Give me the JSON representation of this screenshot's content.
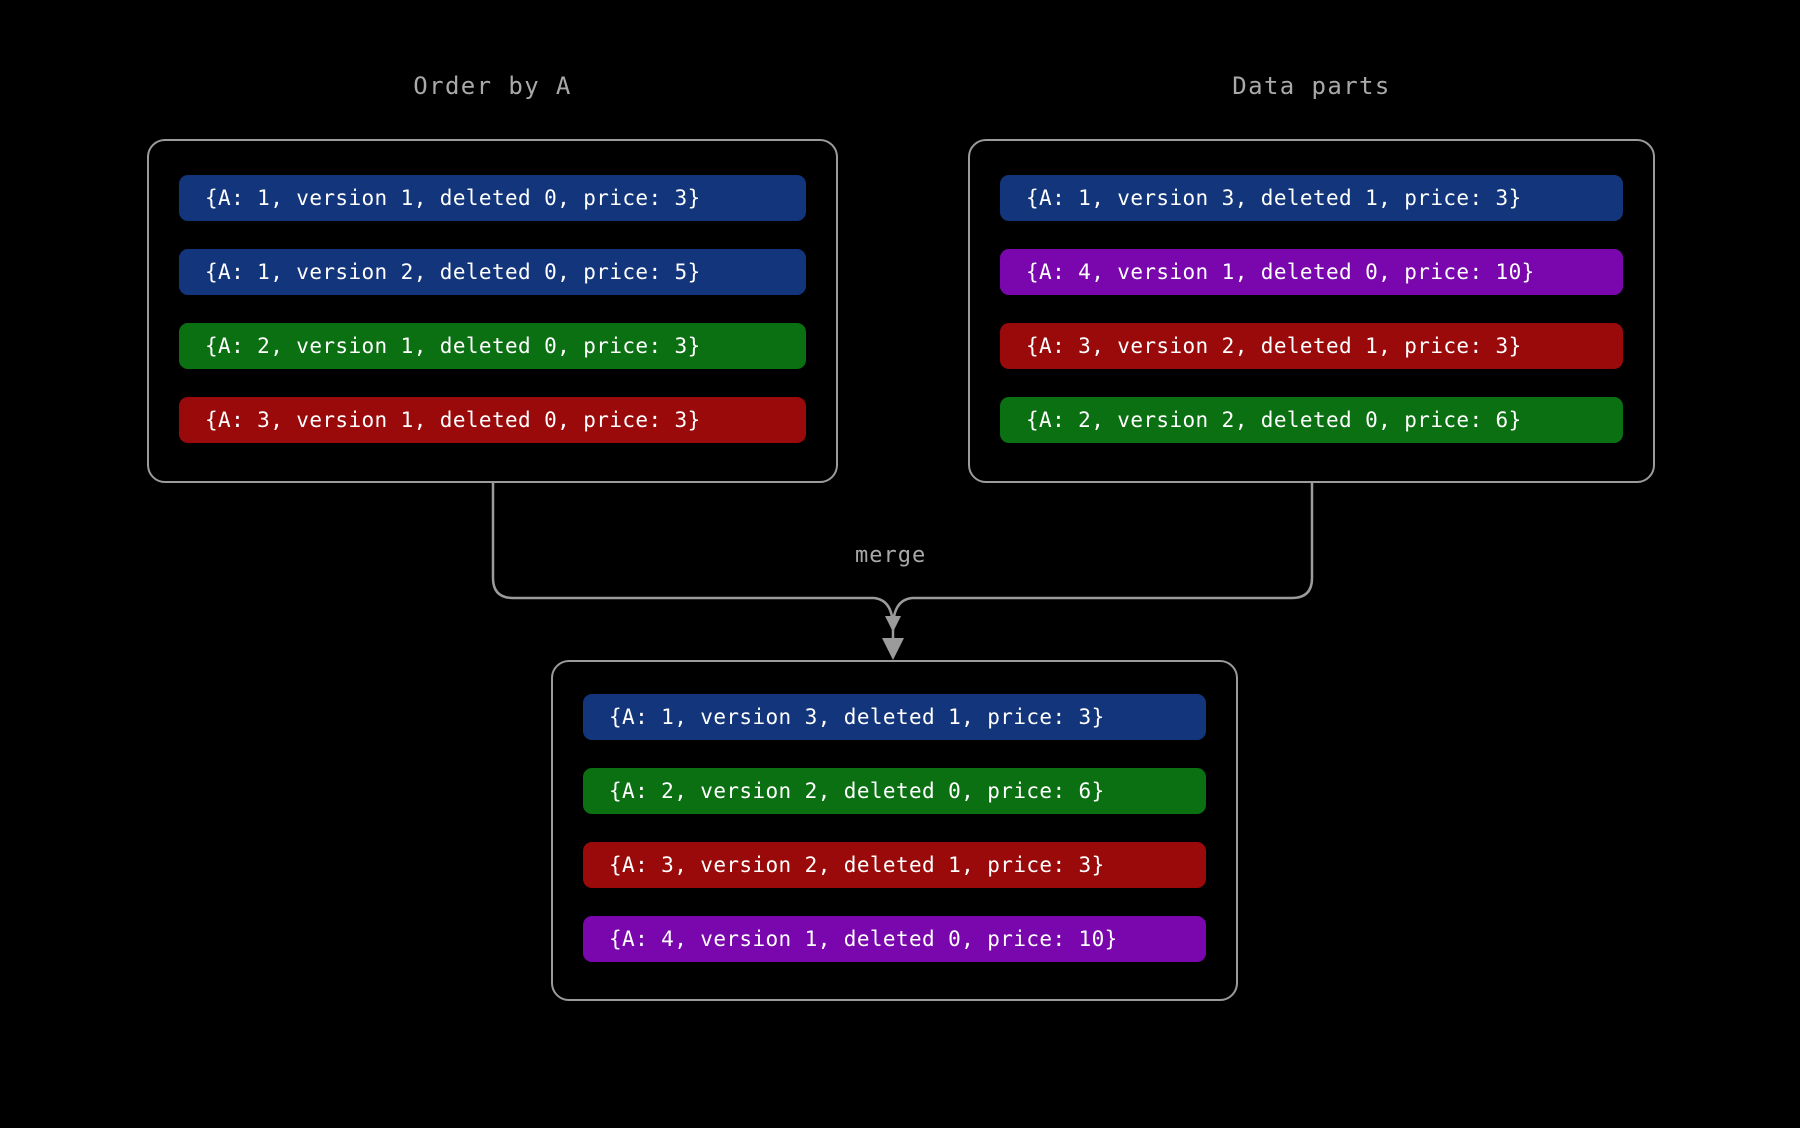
{
  "diagram": {
    "title_left": "Order by A",
    "title_right": "Data parts",
    "merge_label": "merge",
    "background": "#000000",
    "panel_border_color": "#9b9b9b",
    "connector_color": "#9b9b9b",
    "title_color": "#a9a9a9",
    "text_color": "#ffffff"
  },
  "palette": {
    "blue": "#13357b",
    "green": "#0a7012",
    "red": "#9a0a0a",
    "purple": "#7a06ad"
  },
  "groups": {
    "left": {
      "title": "Order by A",
      "rows": [
        {
          "text": "{A: 1, version 1, deleted 0, price: 3}",
          "color": "#13357b",
          "key": 1,
          "version": 1,
          "deleted": 0,
          "price": 3
        },
        {
          "text": "{A: 1, version 2, deleted 0, price: 5}",
          "color": "#13357b",
          "key": 1,
          "version": 2,
          "deleted": 0,
          "price": 5
        },
        {
          "text": "{A: 2, version 1, deleted 0, price: 3}",
          "color": "#0a7012",
          "key": 2,
          "version": 1,
          "deleted": 0,
          "price": 3
        },
        {
          "text": "{A: 3, version 1, deleted 0, price: 3}",
          "color": "#9a0a0a",
          "key": 3,
          "version": 1,
          "deleted": 0,
          "price": 3
        }
      ]
    },
    "right": {
      "title": "Data parts",
      "rows": [
        {
          "text": "{A: 1, version 3, deleted 1, price: 3}",
          "color": "#13357b",
          "key": 1,
          "version": 3,
          "deleted": 1,
          "price": 3
        },
        {
          "text": "{A: 4, version 1, deleted 0, price: 10}",
          "color": "#7a06ad",
          "key": 4,
          "version": 1,
          "deleted": 0,
          "price": 10
        },
        {
          "text": "{A: 3, version 2, deleted 1, price: 3}",
          "color": "#9a0a0a",
          "key": 3,
          "version": 2,
          "deleted": 1,
          "price": 3
        },
        {
          "text": "{A: 2, version 2, deleted 0, price: 6}",
          "color": "#0a7012",
          "key": 2,
          "version": 2,
          "deleted": 0,
          "price": 6
        }
      ]
    },
    "result": {
      "title": "",
      "rows": [
        {
          "text": "{A: 1, version 3, deleted 1, price: 3}",
          "color": "#13357b",
          "key": 1,
          "version": 3,
          "deleted": 1,
          "price": 3
        },
        {
          "text": "{A: 2, version 2, deleted 0, price: 6}",
          "color": "#0a7012",
          "key": 2,
          "version": 2,
          "deleted": 0,
          "price": 6
        },
        {
          "text": "{A: 3, version 2, deleted 1, price: 3}",
          "color": "#9a0a0a",
          "key": 3,
          "version": 2,
          "deleted": 1,
          "price": 3
        },
        {
          "text": "{A: 4, version 1, deleted 0, price: 10}",
          "color": "#7a06ad",
          "key": 4,
          "version": 1,
          "deleted": 0,
          "price": 10
        }
      ]
    }
  }
}
